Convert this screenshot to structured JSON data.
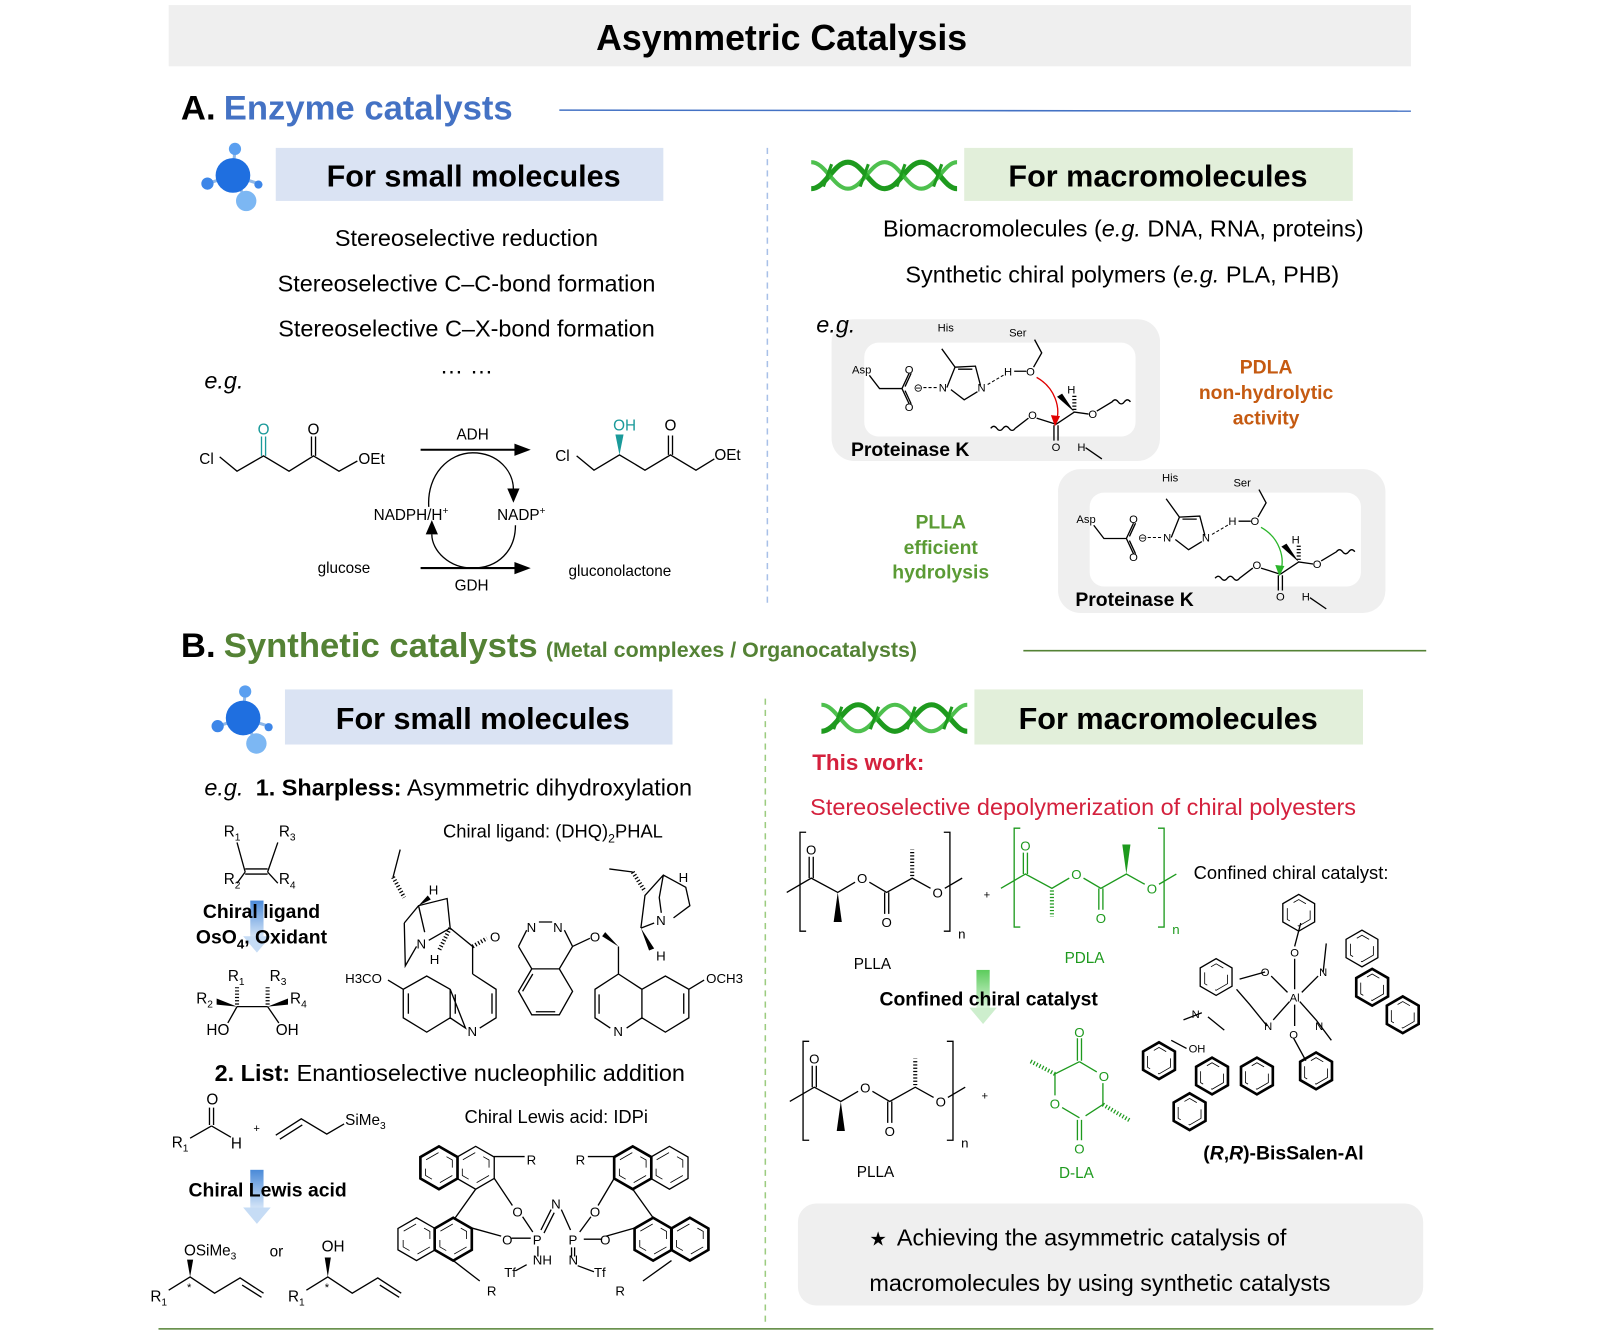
{
  "title": "Asymmetric Catalysis",
  "colors": {
    "enzyme_blue": "#4472c4",
    "synthetic_green": "#548235",
    "pdla_orange": "#c55a11",
    "plla_green": "#5b9b35",
    "this_work_red": "#d4213d",
    "small_box": "#dae3f3",
    "macro_box": "#e2efda"
  },
  "section_a": {
    "letter": "A.",
    "title": "Enzyme catalysts",
    "small": {
      "heading": "For small molecules",
      "items": [
        "Stereoselective reduction",
        "Stereoselective C–C-bond formation",
        "Stereoselective C–X-bond formation",
        "… …"
      ],
      "eg": "e.g.",
      "scheme": {
        "cl": "Cl",
        "o": "O",
        "oh": "OH",
        "oet": "OEt",
        "adh": "ADH",
        "gdh": "GDH",
        "nadph": "NADPH/H",
        "plus_sup": "+",
        "nadp": "NADP",
        "glucose": "glucose",
        "gluconolactone": "gluconolactone"
      }
    },
    "macro": {
      "heading": "For macromolecules",
      "line1": {
        "pre": "Biomacromolecules (",
        "eg": "e.g.",
        "post": " DNA, RNA, proteins)"
      },
      "line2": {
        "pre": "Synthetic chiral polymers (",
        "eg": "e.g.",
        "post": " PLA, PHB)"
      },
      "eg": "e.g.",
      "mechanism": {
        "asp": "Asp",
        "his": "His",
        "ser": "Ser",
        "n": "N",
        "h": "H",
        "o": "O",
        "minus": "⊖",
        "hbond": "- - -",
        "enzyme": "Proteinase K"
      },
      "pdla": {
        "name": "PDLA",
        "line1": "non-hydrolytic",
        "line2": "activity"
      },
      "plla": {
        "name": "PLLA",
        "line1": "efficient",
        "line2": "hydrolysis"
      }
    }
  },
  "section_b": {
    "letter": "B.",
    "title": "Synthetic catalysts",
    "subtitle": "(Metal complexes / Organocatalysts)",
    "small": {
      "heading": "For small molecules",
      "eg": "e.g.",
      "ex1": {
        "num": "1. Sharpless:",
        "desc": " Asymmetric dihydroxylation",
        "ligand_label": "Chiral ligand:  (DHQ)",
        "ligand_sub": "2",
        "ligand_end": "PHAL",
        "reagent1": "Chiral ligand",
        "reagent2a": "OsO",
        "reagent2sub": "4",
        "reagent2b": ", Oxidant",
        "r": "R",
        "s1": "1",
        "s2": "2",
        "s3": "3",
        "s4": "4",
        "ho": "HO",
        "oh": "OH",
        "n": "N",
        "o": "O",
        "h": "H",
        "h3co": "H3CO",
        "och3": "OCH3"
      },
      "ex2": {
        "num": "2. List:",
        "desc": " Enantioselective nucleophilic addition",
        "acid_label": "Chiral Lewis acid: IDPi",
        "reagent": "Chiral Lewis acid",
        "o": "O",
        "h": "H",
        "r": "R",
        "s1": "1",
        "plus": "+",
        "sime": "SiMe",
        "s3": "3",
        "osime": "OSiMe",
        "or": "or",
        "oh": "OH",
        "star": "*",
        "n": "N",
        "p": "P",
        "nh": "NH",
        "tf": "Tf"
      }
    },
    "macro": {
      "heading": "For macromolecules",
      "this_work": "This work:",
      "aim": "Stereoselective depolymerization of chiral polyesters",
      "o": "O",
      "n": "n",
      "plus": "+",
      "plla": "PLLA",
      "pdla": "PDLA",
      "dla": "D-LA",
      "catalyst_label": "Confined chiral catalyst:",
      "arrow_label": "Confined chiral catalyst",
      "catalyst": {
        "n": "N",
        "o": "O",
        "al": "Al",
        "oh": "OH",
        "name_open": "(",
        "r1": "R",
        "comma": ",",
        "r2": "R",
        "name_close": ")-BisSalen-Al"
      },
      "conclusion": {
        "star": "★",
        "line1": "Achieving the asymmetric catalysis of",
        "line2": "macromolecules by  using synthetic catalysts"
      }
    }
  }
}
